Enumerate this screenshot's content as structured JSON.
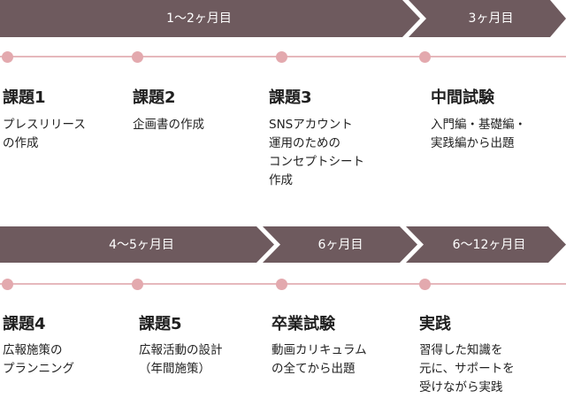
{
  "rows": [
    {
      "bands": [
        {
          "label": "1〜2ヶ月目"
        },
        {
          "label": "3ヶ月目"
        }
      ],
      "items": [
        {
          "title": "課題1",
          "lines": [
            "プレスリリース",
            "の作成"
          ]
        },
        {
          "title": "課題2",
          "lines": [
            "企画書の作成"
          ]
        },
        {
          "title": "課題3",
          "lines": [
            "SNSアカウント",
            "運用のための",
            "コンセプトシート",
            "作成"
          ]
        },
        {
          "title": "中間試験",
          "lines": [
            "入門編・基礎編・",
            "実践編から出題"
          ]
        }
      ]
    },
    {
      "bands": [
        {
          "label": "4〜5ヶ月目"
        },
        {
          "label": "6ヶ月目"
        },
        {
          "label": "6〜12ヶ月目"
        }
      ],
      "items": [
        {
          "title": "課題4",
          "lines": [
            "広報施策の",
            "プランニング"
          ]
        },
        {
          "title": "課題5",
          "lines": [
            "広報活動の設計",
            "（年間施策）"
          ]
        },
        {
          "title": "卒業試験",
          "lines": [
            "動画カリキュラム",
            "の全てから出題"
          ]
        },
        {
          "title": "実践",
          "lines": [
            "習得した知識を",
            "元に、サポートを",
            "受けながら実践"
          ]
        }
      ]
    }
  ],
  "colors": {
    "band": "#6e5a5e",
    "timeline": "#e6b8bc",
    "dot": "#e3a9ae"
  }
}
